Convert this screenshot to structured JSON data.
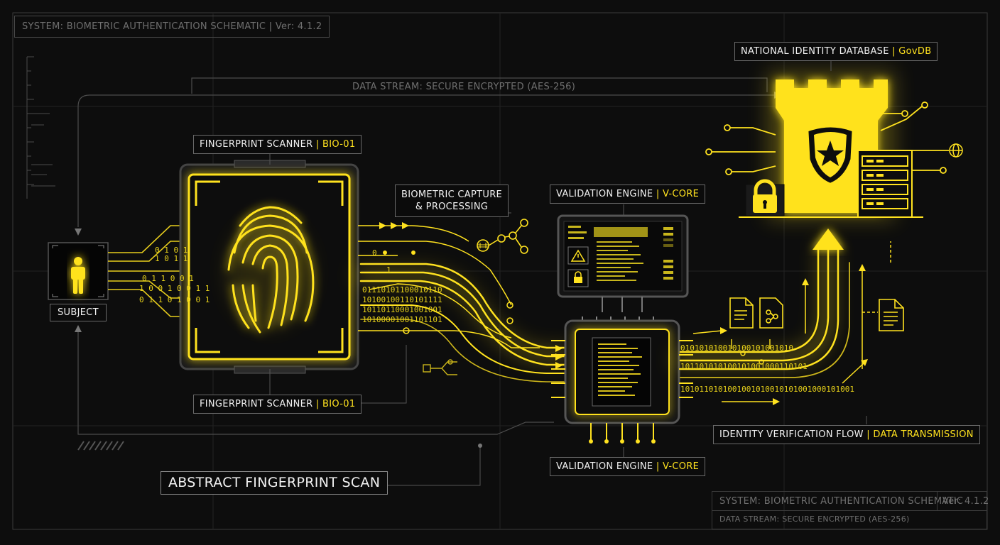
{
  "header": {
    "system_label": "SYSTEM: BIOMETRIC AUTHENTICATION SCHEMATIC",
    "version_label": "Ver: 4.1.2"
  },
  "stream_label": "DATA STREAM: SECURE ENCRYPTED (AES-256)",
  "subject": {
    "label": "SUBJECT"
  },
  "scanner": {
    "top_label_main": "FINGERPRINT SCANNER",
    "top_label_code": "BIO-01",
    "bottom_label_main": "FINGERPRINT SCANNER",
    "bottom_label_code": "BIO-01"
  },
  "capture": {
    "line1": "BIOMETRIC CAPTURE",
    "line2": "& PROCESSING"
  },
  "validation": {
    "top_label_main": "VALIDATION ENGINE",
    "top_label_code": "V-CORE",
    "bottom_label_main": "VALIDATION ENGINE",
    "bottom_label_code": "V-CORE"
  },
  "database": {
    "label_main": "NATIONAL IDENTITY DATABASE",
    "label_code": "GovDB"
  },
  "flow": {
    "label_main": "IDENTITY VERIFICATION FLOW",
    "label_code": "DATA TRANSMISSION"
  },
  "scan_title": "ABSTRACT FINGERPRINT SCAN",
  "footer": {
    "system_label": "SYSTEM: BIOMETRIC AUTHENTICATION SCHEMATIC",
    "version_label": "Ver: 4.1.2",
    "stream_label": "DATA STREAM: SECURE ENCRYPTED (AES-256)"
  },
  "binary": {
    "s1": "0 1 0 1",
    "s2": "1 0 1 1",
    "s3": "0 1 1 0 0 1",
    "s4": "1 0 0 1 0 0 1 1",
    "s5": "0 1 1 0 1 0 0 1",
    "b1": "01110101100010110",
    "b2": "10100100110101111",
    "b3": "10110110001001001",
    "b4": "10100001001101101",
    "b5": "0",
    "b6": "1",
    "r1": "010101010010100101001010",
    "r2": "101101010100101001000110101",
    "r3": "1010110101001001010010101001000101001"
  },
  "colors": {
    "accent": "#ffe21f",
    "background": "#0d0d0d",
    "line": "#5a5a5a"
  },
  "icons": [
    "person-icon",
    "fingerprint-icon",
    "warning-icon",
    "lock-icon",
    "castle-icon",
    "shield-star-icon",
    "server-icon",
    "padlock-icon",
    "globe-icon",
    "document-icon",
    "share-icon",
    "cpu-chip-icon"
  ]
}
